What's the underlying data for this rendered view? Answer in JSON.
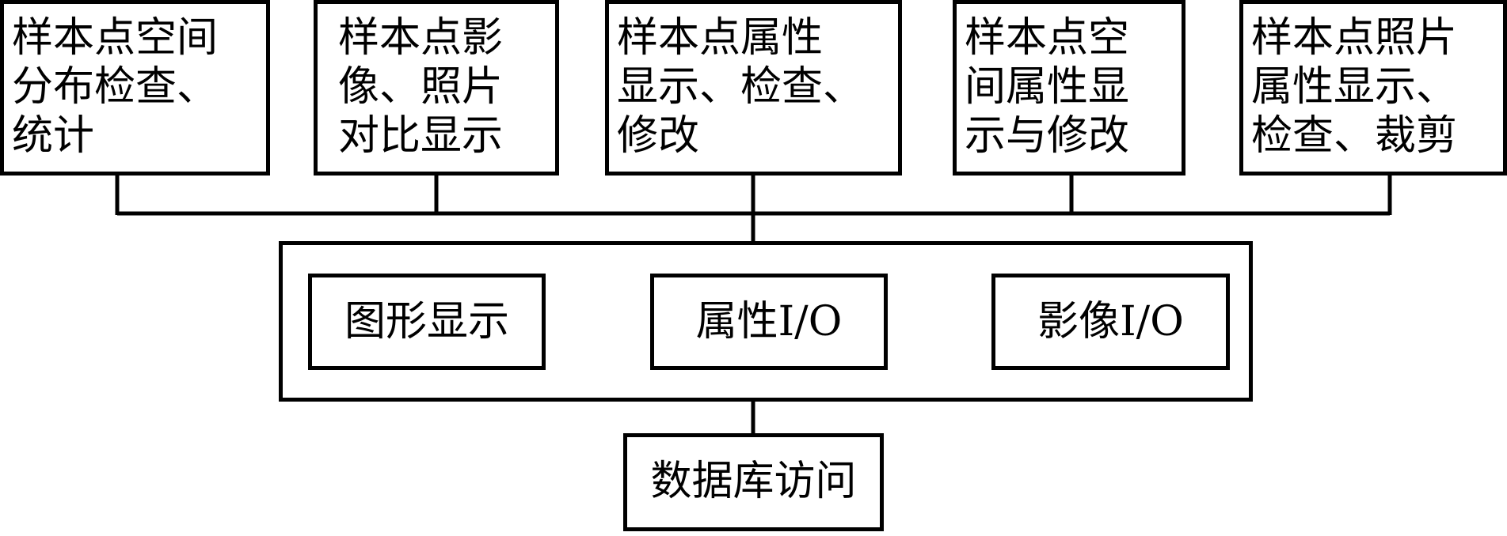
{
  "diagram": {
    "modules": [
      {
        "text": "样本点空间\n分布检查、\n统计"
      },
      {
        "text": "样本点影\n像、照片\n对比显示"
      },
      {
        "text": "样本点属性\n显示、检查、\n修改"
      },
      {
        "text": "样本点空\n间属性显\n示与修改"
      },
      {
        "text": "样本点照片\n属性显示、\n检查、裁剪"
      }
    ],
    "components": [
      {
        "text": "图形显示"
      },
      {
        "text": "属性I/O"
      },
      {
        "text": "影像I/O"
      }
    ],
    "database": {
      "text": "数据库访问"
    }
  }
}
